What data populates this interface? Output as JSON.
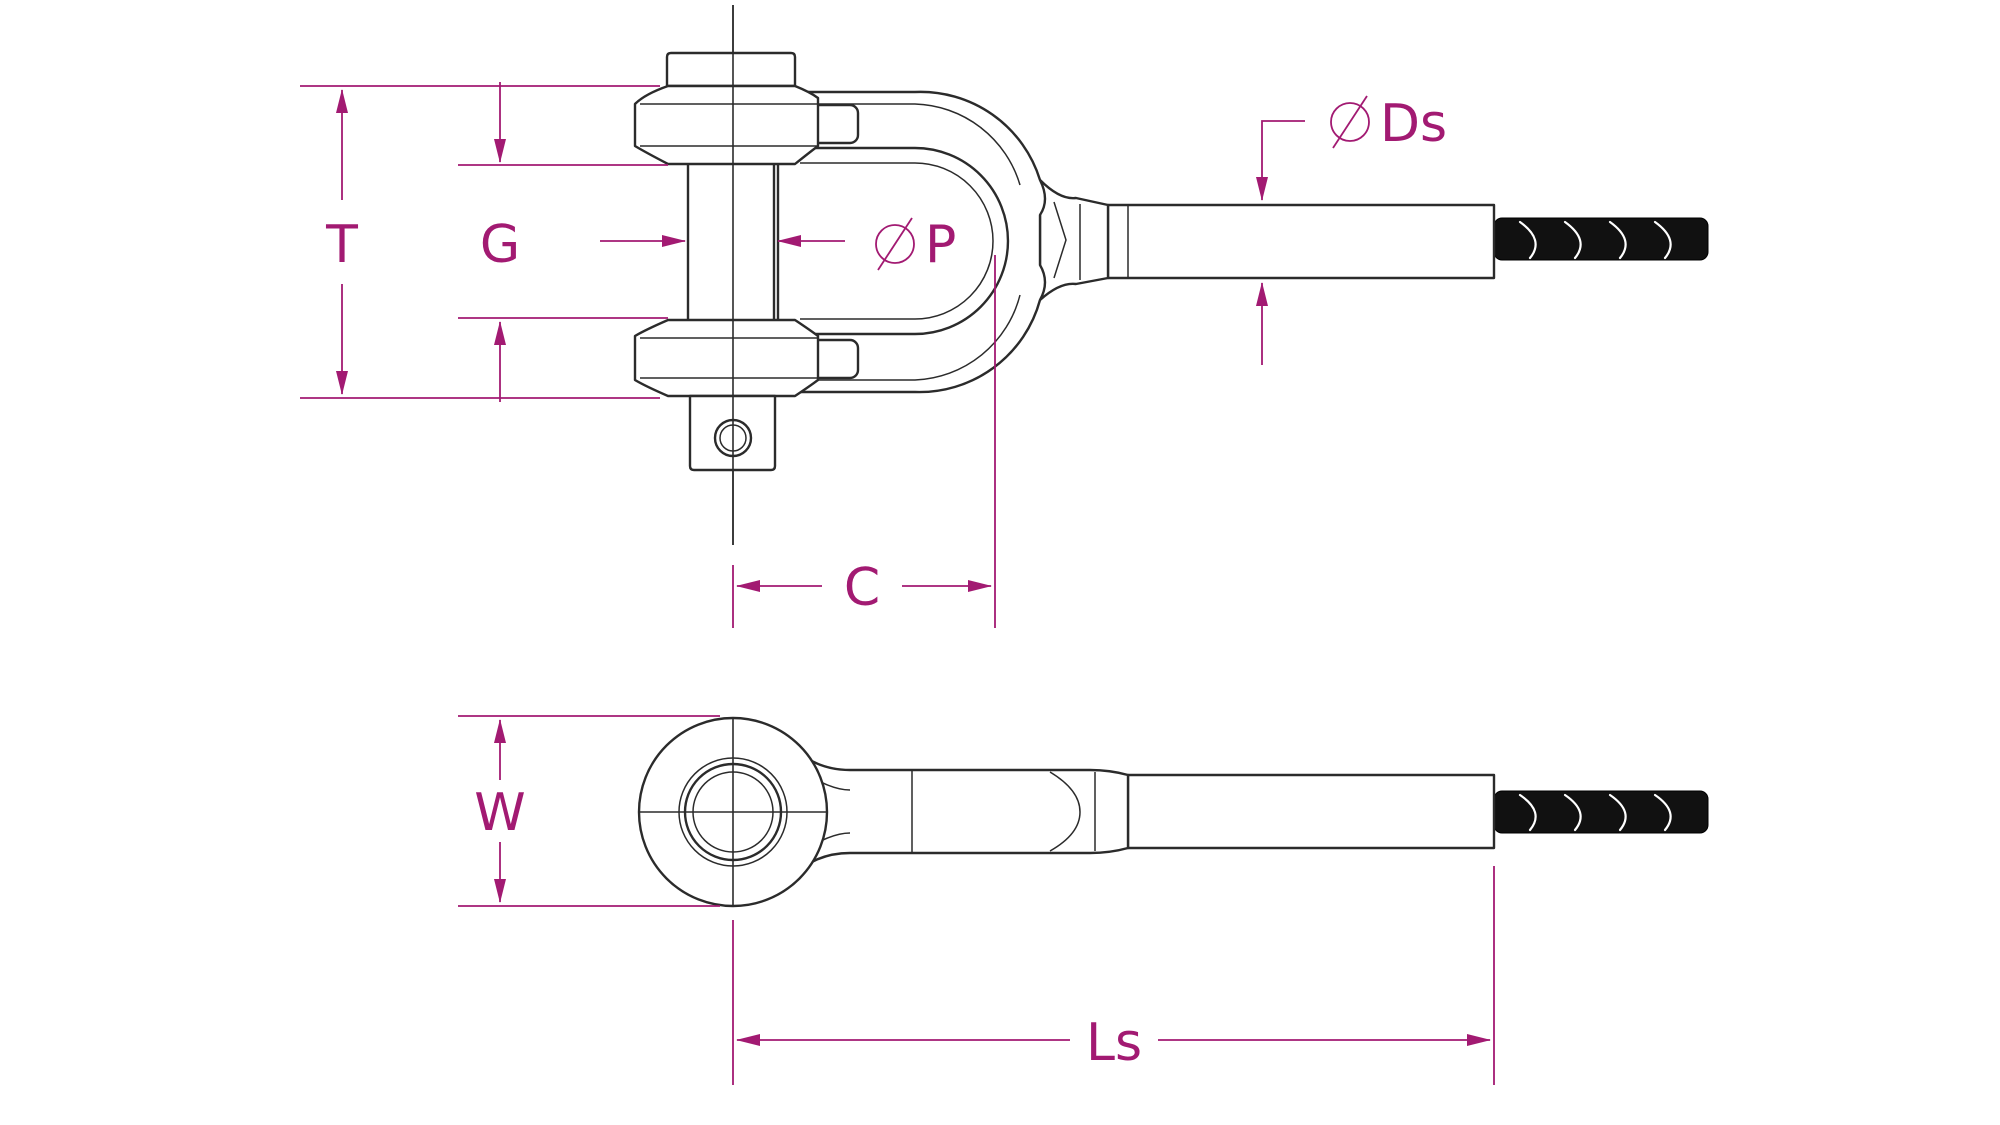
{
  "colors": {
    "dimension": "#a21a72",
    "outline": "#2b2b2b",
    "cable": "#111111",
    "background": "#ffffff"
  },
  "labels": {
    "T": "T",
    "G": "G",
    "P": "P",
    "Ds": "Ds",
    "C": "C",
    "W": "W",
    "Ls": "Ls"
  },
  "symbols": {
    "diameter": "diameter-icon"
  }
}
